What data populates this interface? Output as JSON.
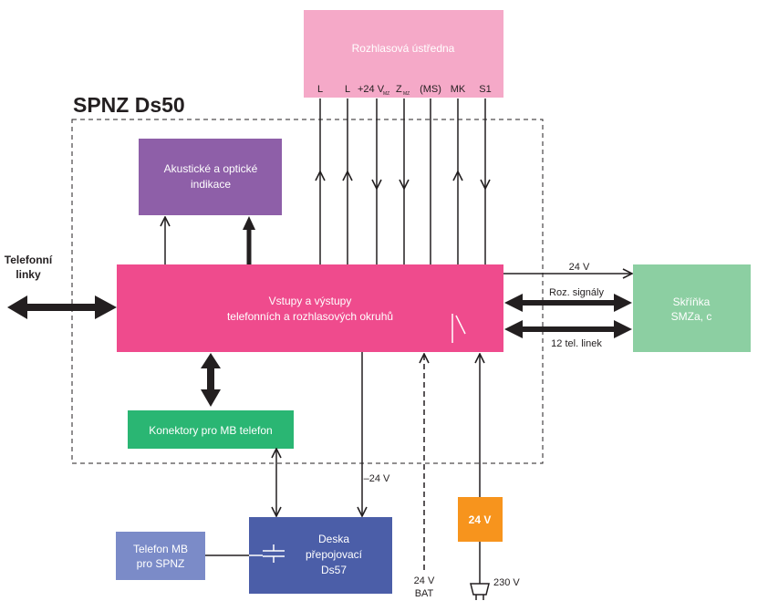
{
  "title": "SPNZ Ds50",
  "colors": {
    "pink_light": "#f5a9c8",
    "magenta": "#ef4b8d",
    "purple": "#8e5fa8",
    "green_dark": "#2ab673",
    "green_light": "#8ccfa2",
    "blue": "#4b5ea8",
    "blue_light": "#7b8bc8",
    "orange": "#f7941d",
    "black": "#231f20",
    "white": "#ffffff"
  },
  "blocks": {
    "rozhlasova": {
      "label": "Rozhlasová ústředna",
      "pins": {
        "L1": "L",
        "L2": "L",
        "v24_main": "+24 V",
        "v24_sub": "MZ",
        "z_main": "Z",
        "z_sub": "MZ",
        "ms": "(MS)",
        "mk": "MK",
        "s1": "S1"
      }
    },
    "akusticke": {
      "line1": "Akustické a optické",
      "line2": "indikace"
    },
    "vstupy": {
      "line1": "Vstupy a výstupy",
      "line2": "telefonních a rozhlasových okruhů"
    },
    "skrinka": {
      "line1": "Skříňka",
      "line2": "SMZa, c"
    },
    "konektory": {
      "label": "Konektory pro MB telefon"
    },
    "deska": {
      "line1": "Deska",
      "line2": "přepojovací",
      "line3": "Ds57"
    },
    "telefon_mb": {
      "line1": "Telefon MB",
      "line2": "pro SPNZ"
    },
    "psu": {
      "label": "24 V"
    }
  },
  "telefonni_linky": {
    "line1": "Telefonní",
    "line2": "linky"
  },
  "connection_labels": {
    "v24": "24 V",
    "roz_signaly": "Roz. signály",
    "tel_linek": "12 tel. linek",
    "minus24": "–24 V",
    "bat_line1": "24 V",
    "bat_line2": "BAT",
    "ac230": "230 V"
  }
}
